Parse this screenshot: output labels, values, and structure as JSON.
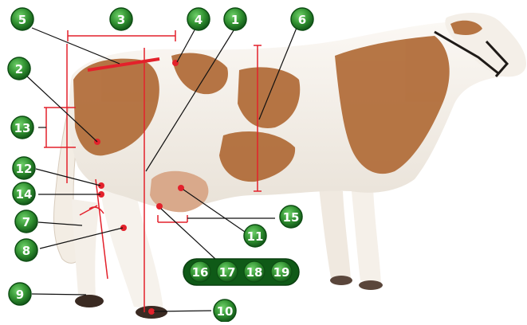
{
  "diagram": {
    "labels": [
      {
        "id": "1",
        "text": "1"
      },
      {
        "id": "2",
        "text": "2"
      },
      {
        "id": "3",
        "text": "3"
      },
      {
        "id": "4",
        "text": "4"
      },
      {
        "id": "5",
        "text": "5"
      },
      {
        "id": "6",
        "text": "6"
      },
      {
        "id": "7",
        "text": "7"
      },
      {
        "id": "8",
        "text": "8"
      },
      {
        "id": "9",
        "text": "9"
      },
      {
        "id": "10",
        "text": "10"
      },
      {
        "id": "11",
        "text": "11"
      },
      {
        "id": "12",
        "text": "12"
      },
      {
        "id": "13",
        "text": "13"
      },
      {
        "id": "14",
        "text": "14"
      },
      {
        "id": "15",
        "text": "15"
      }
    ],
    "group_labels": [
      "16",
      "17",
      "18",
      "19"
    ]
  },
  "colors": {
    "badge_green": "#2f8f2f",
    "badge_dark": "#0d4d13",
    "marker_red": "#e3212b",
    "cow_brown": "#b06a36",
    "cow_white": "#f7f3ee"
  }
}
